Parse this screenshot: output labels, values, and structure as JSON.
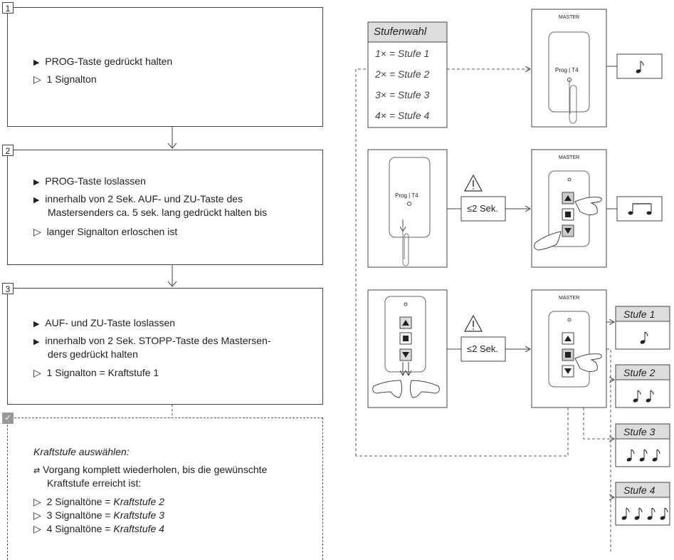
{
  "steps": [
    {
      "number": "1",
      "lines": [
        {
          "symbol": "▶",
          "text": "PROG-Taste gedrückt halten"
        },
        {
          "symbol": "▷",
          "text": "1 Signalton"
        }
      ]
    },
    {
      "number": "2",
      "lines": [
        {
          "symbol": "▶",
          "text": "PROG-Taste loslassen"
        },
        {
          "symbol": "▶",
          "text": "innerhalb von 2 Sek. AUF- und ZU-Taste des"
        },
        {
          "symbol": "",
          "text": "Mastersenders ca. 5 sek. lang gedrückt halten bis"
        },
        {
          "symbol": "▷",
          "text": "langer Signalton erloschen ist"
        }
      ]
    },
    {
      "number": "3",
      "lines": [
        {
          "symbol": "▶",
          "text": "AUF- und ZU-Taste loslassen"
        },
        {
          "symbol": "▶",
          "text": "innerhalb von 2 Sek. STOPP-Taste des Mastersen-"
        },
        {
          "symbol": "",
          "text": "ders gedrückt halten"
        },
        {
          "symbol": "▷",
          "text": "1 Signalton = Kraftstufe 1"
        }
      ]
    }
  ],
  "note": {
    "badge": "✓",
    "title": "Kraftstufe auswählen:",
    "repeat_icon": "repeat-icon",
    "repeat_line1": "Vorgang komplett wiederholen, bis die gewünschte",
    "repeat_line2": "Kraftstufe erreicht ist:",
    "items": [
      {
        "symbol": "▷",
        "prefix": "2 Signaltöne = ",
        "value": "Kraftstufe 2"
      },
      {
        "symbol": "▷",
        "prefix": "3 Signaltöne = ",
        "value": "Kraftstufe 3"
      },
      {
        "symbol": "▷",
        "prefix": "4 Signaltöne = ",
        "value": "Kraftstufe 4"
      }
    ]
  },
  "stufenwahl": {
    "title": "Stufenwahl",
    "items": [
      "1× = Stufe 1",
      "2× = Stufe 2",
      "3× = Stufe 3",
      "4× = Stufe 4"
    ]
  },
  "remote": {
    "master_label": "MASTER",
    "prog_label": "Prog | T4"
  },
  "timing_label": "≤2 Sek.",
  "stufe_outputs": [
    {
      "label": "Stufe 1",
      "beeps": 1
    },
    {
      "label": "Stufe 2",
      "beeps": 2
    },
    {
      "label": "Stufe 3",
      "beeps": 3
    },
    {
      "label": "Stufe 4",
      "beeps": 4
    }
  ]
}
